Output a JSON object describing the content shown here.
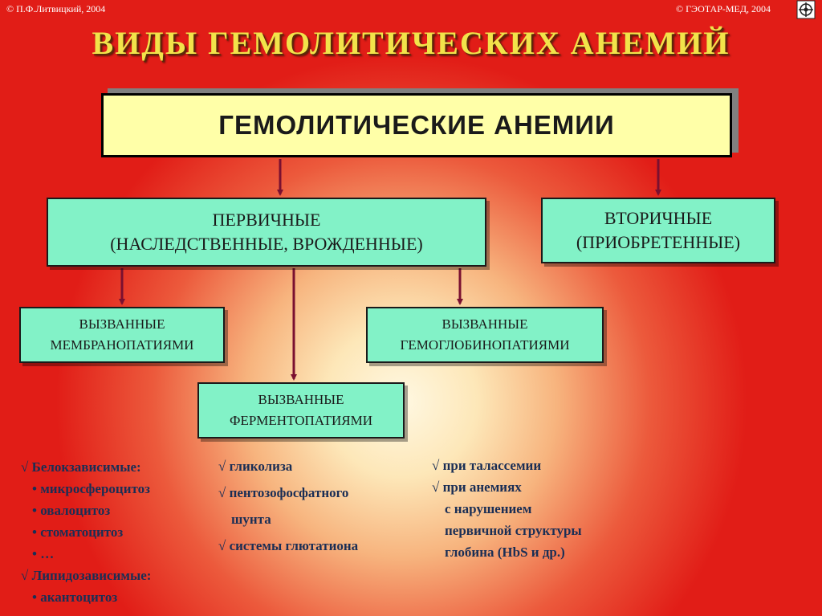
{
  "header": {
    "copyright_left": "© П.Ф.Литвицкий, 2004",
    "copyright_right": "© ГЭОТАР-МЕД, 2004",
    "logo_icon": "publisher-logo-icon"
  },
  "title": "ВИДЫ ГЕМОЛИТИЧЕСКИХ АНЕМИЙ",
  "diagram": {
    "root": "ГЕМОЛИТИЧЕСКИЕ АНЕМИИ",
    "primary": {
      "line1": "ПЕРВИЧНЫЕ",
      "line2": "(НАСЛЕДСТВЕННЫЕ, ВРОЖДЕННЫЕ)"
    },
    "secondary": {
      "line1": "ВТОРИЧНЫЕ",
      "line2": "(ПРИОБРЕТЕННЫЕ)"
    },
    "membrane": {
      "line1": "ВЫЗВАННЫЕ",
      "line2": "МЕМБРАНОПАТИЯМИ"
    },
    "hemoglobin": {
      "line1": "ВЫЗВАННЫЕ",
      "line2": "ГЕМОГЛОБИНОПАТИЯМИ"
    },
    "enzyme": {
      "line1": "ВЫЗВАННЫЕ",
      "line2": "ФЕРМЕНТОПАТИЯМИ"
    }
  },
  "lists": {
    "membrane": [
      "√ Белокзависимые:",
      "• микросфероцитоз",
      "• овалоцитоз",
      "• стоматоцитоз",
      "• …",
      "√ Липидозависимые:",
      "• акантоцитоз"
    ],
    "enzyme": [
      "√ гликолиза",
      "√ пентозофосфатного",
      "шунта",
      "√ системы глютатиона"
    ],
    "hemoglobin": [
      "√ при талассемии",
      "√ при анемиях",
      "с нарушением",
      "первичной структуры",
      "глобина (HbS  и др.)"
    ]
  },
  "colors": {
    "title": "#f2e34a",
    "root_fill": "#ffffa8",
    "node_fill": "#82f2c7",
    "arrow": "#7a1030",
    "list_text": "#1a2e55"
  }
}
